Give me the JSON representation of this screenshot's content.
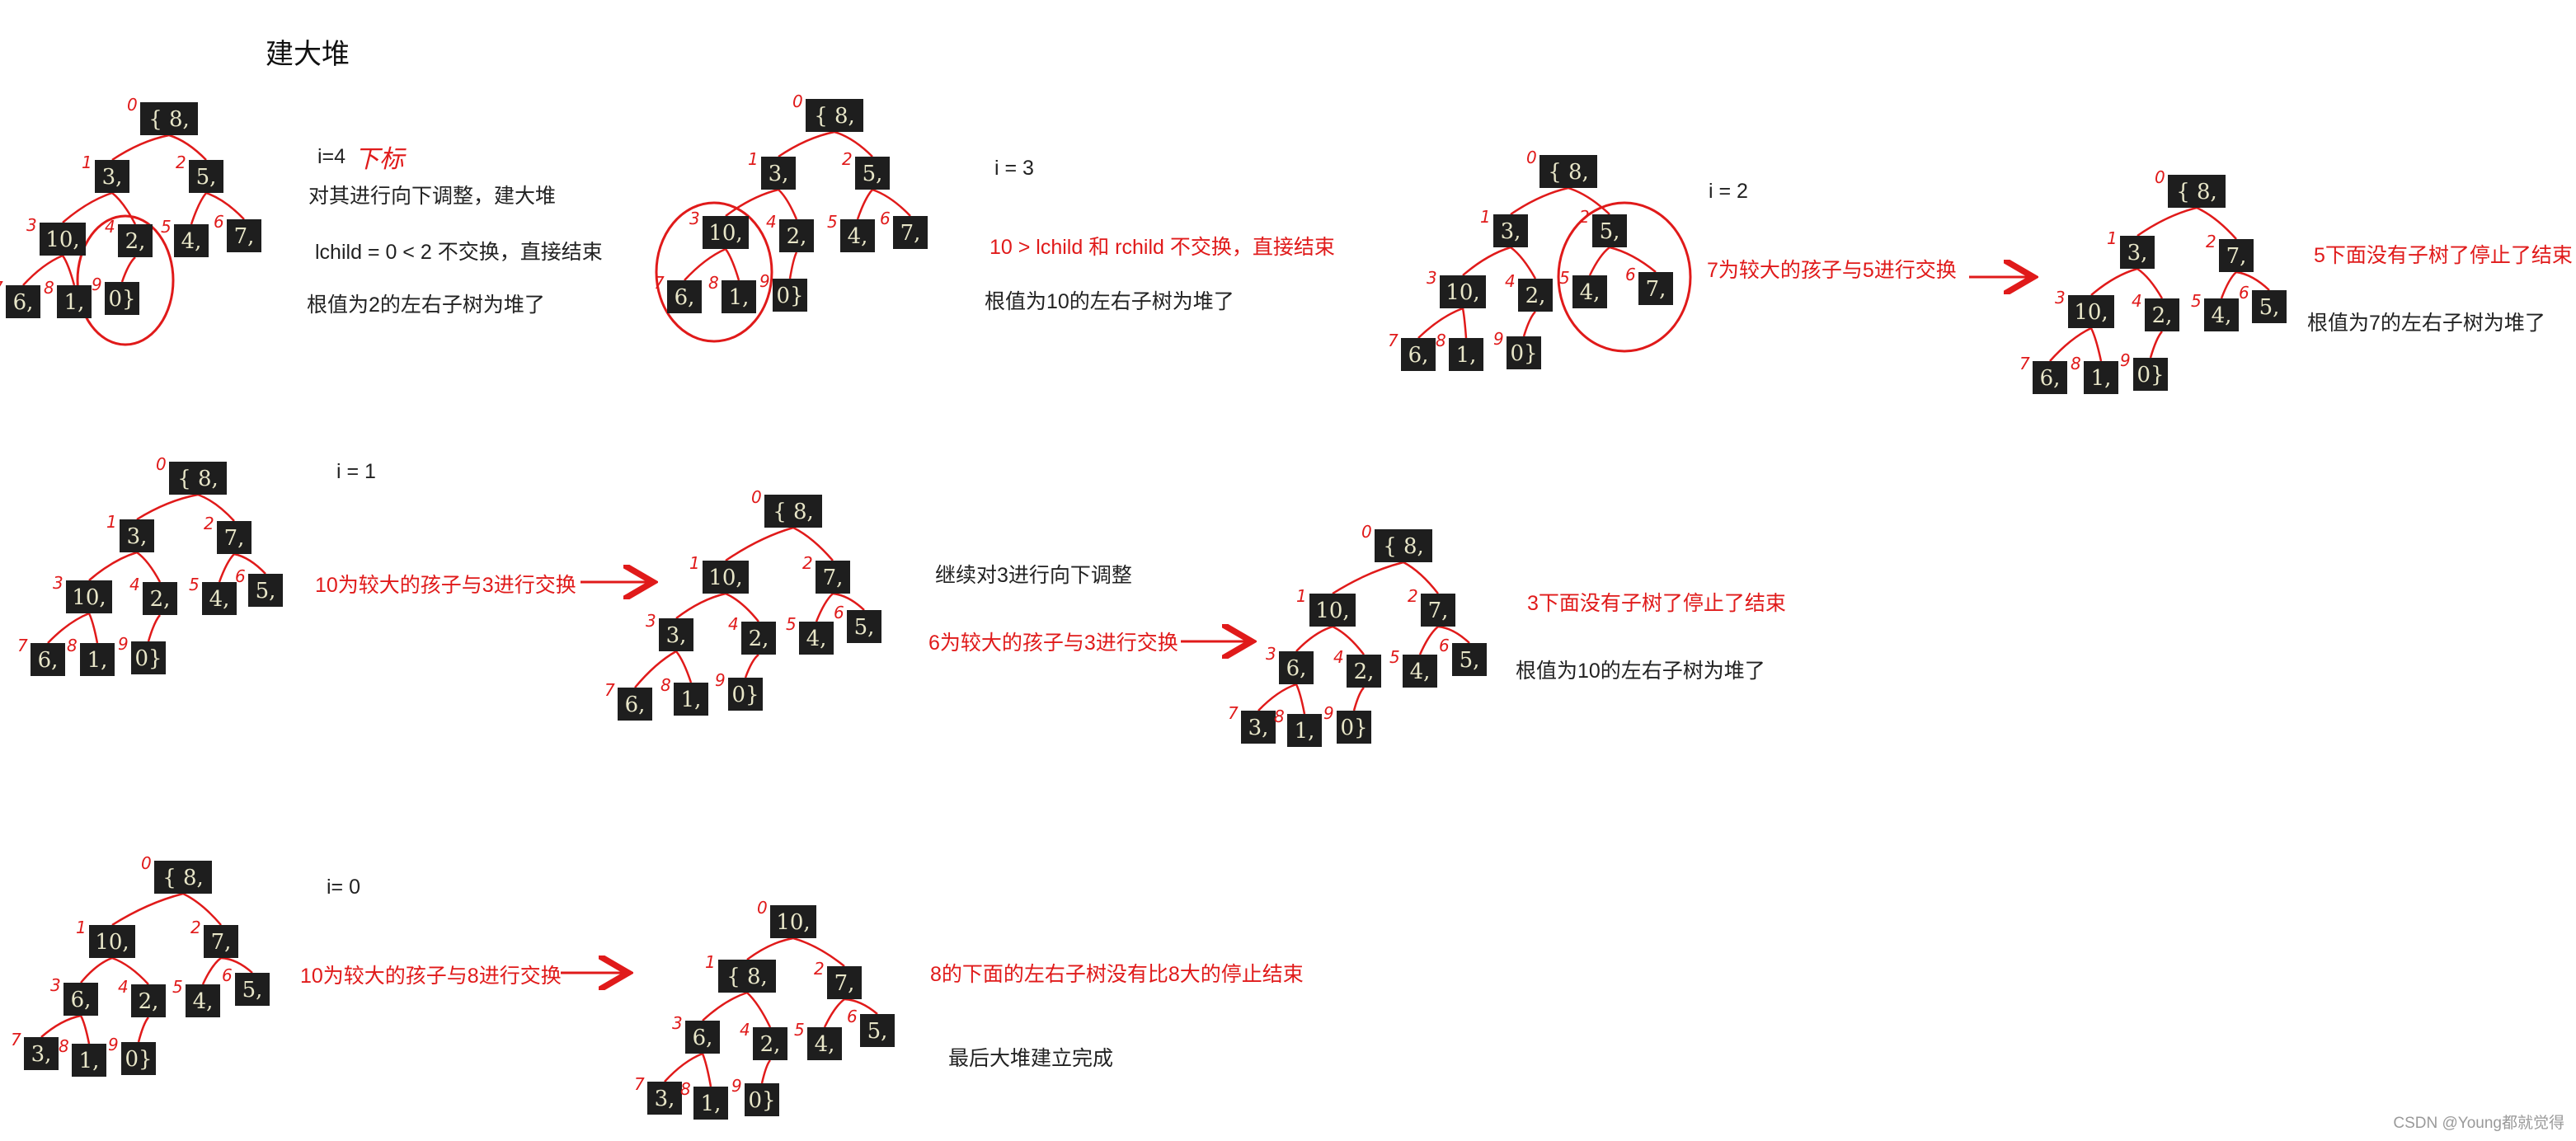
{
  "title": "建大堆",
  "watermark": "CSDN @Young都就觉得",
  "notes": {
    "i4": "i=4",
    "i4_mark": "下标",
    "i4_line1": "对其进行向下调整，建大堆",
    "i4_line2": "lchild = 0 < 2  不交换，直接结束",
    "i4_line3": "根值为2的左右子树为堆了",
    "i3": "i = 3",
    "i3_line1": "10 > lchild 和 rchild  不交换，直接结束",
    "i3_line2": "根值为10的左右子树为堆了",
    "i2": "i = 2",
    "i2_line1": "7为较大的孩子与5进行交换",
    "i2_line2": "5下面没有子树了停止了结束",
    "i2_line3": "根值为7的左右子树为堆了",
    "i1": "i = 1",
    "i1_line1": "10为较大的孩子与3进行交换",
    "i1_line2": "继续对3进行向下调整",
    "i1_line3": "6为较大的孩子与3进行交换",
    "i1_line4": "3下面没有子树了停止了结束",
    "i1_line5": "根值为10的左右子树为堆了",
    "i0": "i= 0",
    "i0_line1": "10为较大的孩子与8进行交换",
    "i0_line2": "8的下面的左右子树没有比8大的停止结束",
    "i0_line3": "最后大堆建立完成"
  },
  "colors": {
    "node_bg": "#1e1e1e",
    "node_text": "#e8e6c8",
    "red": "#e01a1a"
  },
  "index_labels": [
    "0",
    "1",
    "2",
    "3",
    "4",
    "5",
    "6",
    "7",
    "8",
    "9"
  ],
  "trees": [
    {
      "id": "t1",
      "nodes": [
        "{ 8,",
        "3,",
        "5,",
        "10,",
        "2,",
        "4,",
        "7,",
        "6,",
        "1,",
        "0}"
      ]
    },
    {
      "id": "t2",
      "nodes": [
        "{ 8,",
        "3,",
        "5,",
        "10,",
        "2,",
        "4,",
        "7,",
        "6,",
        "1,",
        "0}"
      ]
    },
    {
      "id": "t3",
      "nodes": [
        "{ 8,",
        "3,",
        "5,",
        "10,",
        "2,",
        "4,",
        "7,",
        "6,",
        "1,",
        "0}"
      ]
    },
    {
      "id": "t4",
      "nodes": [
        "{ 8,",
        "3,",
        "7,",
        "10,",
        "2,",
        "4,",
        "5,",
        "6,",
        "1,",
        "0}"
      ]
    },
    {
      "id": "t5",
      "nodes": [
        "{ 8,",
        "3,",
        "7,",
        "10,",
        "2,",
        "4,",
        "5,",
        "6,",
        "1,",
        "0}"
      ]
    },
    {
      "id": "t6",
      "nodes": [
        "{ 8,",
        "10,",
        "7,",
        "3,",
        "2,",
        "4,",
        "5,",
        "6,",
        "1,",
        "0}"
      ]
    },
    {
      "id": "t7",
      "nodes": [
        "{ 8,",
        "10,",
        "7,",
        "6,",
        "2,",
        "4,",
        "5,",
        "3,",
        "1,",
        "0}"
      ]
    },
    {
      "id": "t8",
      "nodes": [
        "{ 8,",
        "10,",
        "7,",
        "6,",
        "2,",
        "4,",
        "5,",
        "3,",
        "1,",
        "0}"
      ]
    },
    {
      "id": "t9",
      "nodes": [
        "10,",
        "{ 8,",
        "7,",
        "6,",
        "2,",
        "4,",
        "5,",
        "3,",
        "1,",
        "0}"
      ]
    }
  ]
}
